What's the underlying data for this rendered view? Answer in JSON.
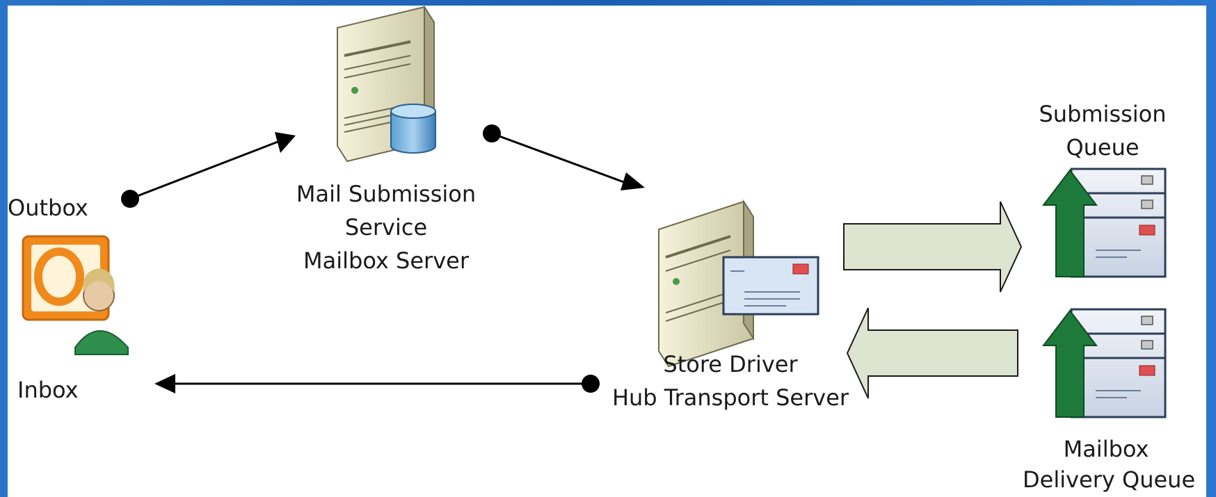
{
  "labels": {
    "outbox": "Outbox",
    "inbox": "Inbox",
    "mail_submission": [
      "Mail Submission",
      "Service",
      "Mailbox Server"
    ],
    "store_driver": [
      "Store Driver",
      "Hub Transport Server"
    ],
    "submission_queue": [
      "Submission",
      "Queue"
    ],
    "mailbox_delivery_queue": [
      "Mailbox",
      "Delivery Queue"
    ]
  },
  "icons": {
    "client": "outlook-user-icon",
    "mailbox_server": "server-database-icon",
    "hub_server": "server-envelope-icon",
    "submission_queue": "queue-icon",
    "delivery_queue": "queue-icon"
  },
  "colors": {
    "frame": "#1f5fb0",
    "canvas": "#ffffff",
    "arrow_block_fill": "#dde4cf",
    "queue_arrow": "#1e7a3a",
    "line": "#000000"
  }
}
